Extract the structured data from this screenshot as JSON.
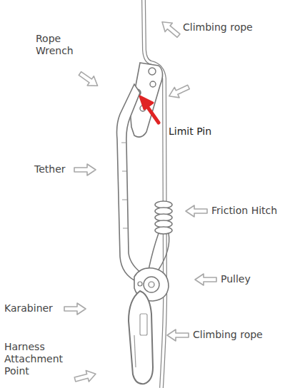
{
  "diagram": {
    "labels": [
      "Rope Wrench",
      "Climbing rope",
      "Limit Pin",
      "Tether",
      "Friction Hitch",
      "Pulley",
      "Karabiner",
      "Climbing rope",
      "Harness Attachment Point"
    ]
  }
}
